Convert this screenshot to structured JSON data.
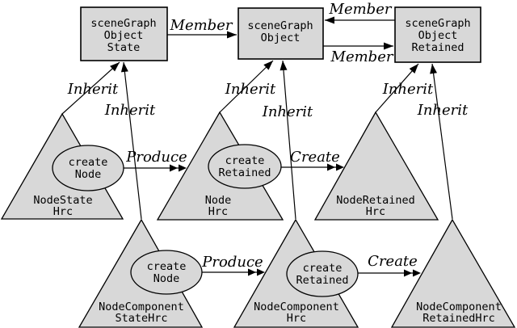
{
  "diagram": {
    "background": "#ffffff",
    "shape_fill": "#d8d8d8",
    "stroke_color": "#000000",
    "boxes": [
      {
        "name": "scenegraph-object-state",
        "lines": [
          "sceneGraph",
          "Object",
          "State"
        ]
      },
      {
        "name": "scenegraph-object",
        "lines": [
          "sceneGraph",
          "Object"
        ]
      },
      {
        "name": "scenegraph-object-retained",
        "lines": [
          "sceneGraph",
          "Object",
          "Retained"
        ]
      }
    ],
    "triangles": [
      {
        "name": "nodestate-hrc",
        "lines": [
          "NodeState",
          "Hrc"
        ]
      },
      {
        "name": "node-hrc",
        "lines": [
          "Node",
          "Hrc"
        ]
      },
      {
        "name": "noderetained-hrc",
        "lines": [
          "NodeRetained",
          "Hrc"
        ]
      },
      {
        "name": "nodecomponent-statehrc",
        "lines": [
          "NodeComponent",
          "StateHrc"
        ]
      },
      {
        "name": "nodecomponent-hrc",
        "lines": [
          "NodeComponent",
          "Hrc"
        ]
      },
      {
        "name": "nodecomponent-retainedhrc",
        "lines": [
          "NodeComponent",
          "RetainedHrc"
        ]
      }
    ],
    "ellipses": [
      {
        "name": "create-node-upper",
        "lines": [
          "create",
          "Node"
        ]
      },
      {
        "name": "create-retained-upper",
        "lines": [
          "create",
          "Retained"
        ]
      },
      {
        "name": "create-node-lower",
        "lines": [
          "create",
          "Node"
        ]
      },
      {
        "name": "create-retained-lower",
        "lines": [
          "create",
          "Retained"
        ]
      }
    ],
    "labels": {
      "member": "Member",
      "inherit": "Inherit",
      "produce": "Produce",
      "create": "Create"
    }
  }
}
